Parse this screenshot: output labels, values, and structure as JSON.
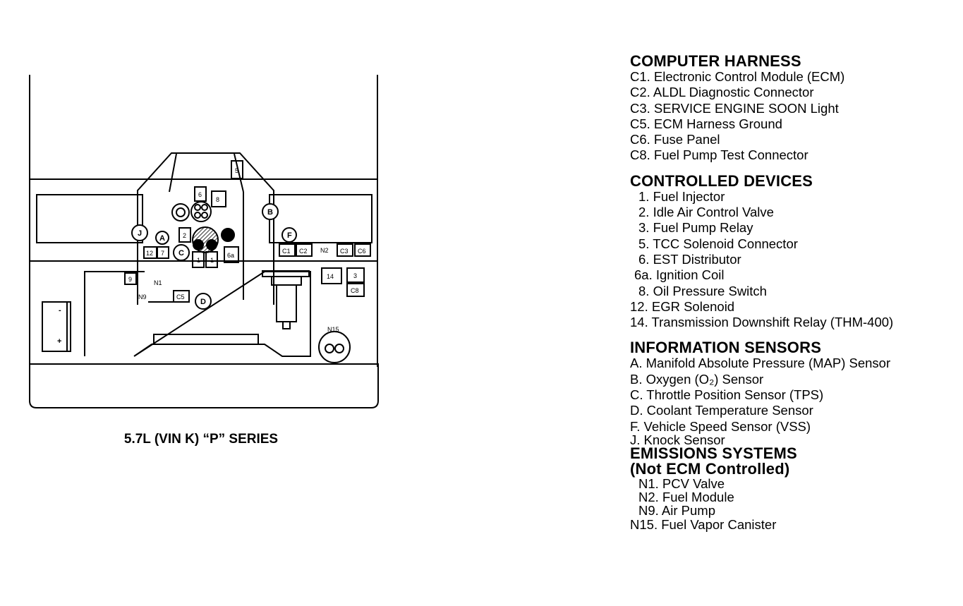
{
  "caption": "5.7L (VIN K) “P” SERIES",
  "sections": [
    {
      "heading": "COMPUTER HARNESS",
      "subheading": "",
      "items": [
        "C1. Electronic Control Module (ECM)",
        "C2. ALDL Diagnostic Connector",
        "C3. SERVICE ENGINE SOON Light",
        "C5. ECM Harness Ground",
        "C6. Fuse Panel",
        "C8. Fuel Pump Test Connector"
      ]
    },
    {
      "heading": "CONTROLLED DEVICES",
      "subheading": "",
      "items": [
        "1. Fuel Injector",
        "2. Idle Air Control Valve",
        "3. Fuel Pump Relay",
        "5. TCC Solenoid Connector",
        "6. EST Distributor",
        "6a. Ignition Coil",
        "8. Oil Pressure Switch",
        "12. EGR Solenoid",
        "14. Transmission Downshift Relay (THM-400)"
      ]
    },
    {
      "heading": "INFORMATION SENSORS",
      "subheading": "",
      "items": [
        "A. Manifold Absolute Pressure (MAP) Sensor",
        "B. Oxygen (O₂) Sensor",
        "C. Throttle Position Sensor (TPS)",
        "D. Coolant Temperature Sensor",
        "F. Vehicle Speed Sensor (VSS)",
        "J. Knock Sensor"
      ]
    },
    {
      "heading": "EMISSIONS SYSTEMS",
      "subheading": "(Not ECM Controlled)",
      "items": [
        "N1. PCV Valve",
        "N2. Fuel Module",
        "N9. Air Pump",
        "N15. Fuel Vapor Canister"
      ]
    }
  ],
  "diagram_labels": {
    "c1": "C1",
    "c2": "C2",
    "c3": "C3",
    "c5": "C5",
    "c6": "C6",
    "c8": "C8",
    "n1": "N1",
    "n2": "N2",
    "n9": "N9",
    "n15": "N15",
    "d1a": "1",
    "d1b": "1",
    "d2": "2",
    "d3": "3",
    "d5": "5",
    "d6": "6",
    "d6a": "6a",
    "d8": "8",
    "d9": "9",
    "d12": "12",
    "d7": "7",
    "d14": "14",
    "sA": "A",
    "sB": "B",
    "sC": "C",
    "sD": "D",
    "sF": "F",
    "sJ": "J",
    "bat_minus": "-",
    "bat_plus": "+"
  }
}
